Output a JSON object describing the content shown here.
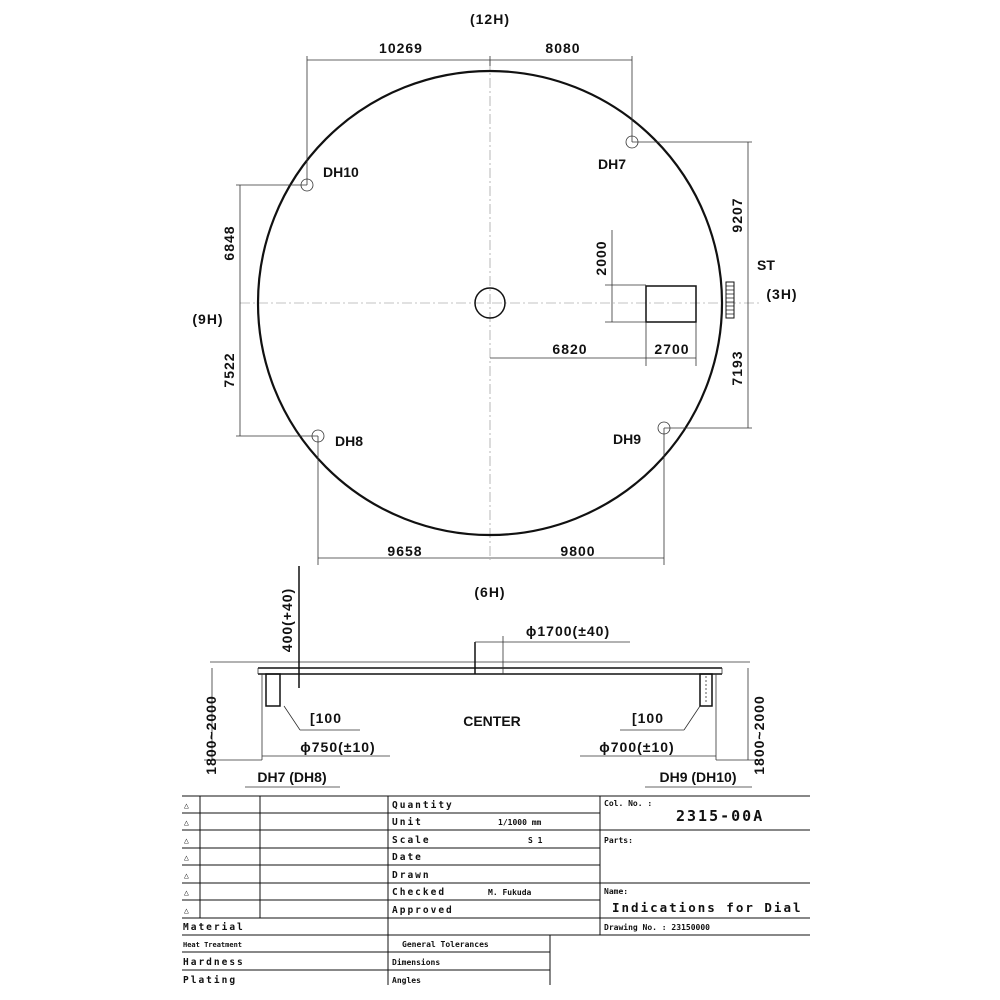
{
  "plan": {
    "clock_12": "(12H)",
    "clock_3": "(3H)",
    "clock_6": "(6H)",
    "clock_9": "(9H)",
    "st_label": "ST",
    "holes": [
      {
        "label": "DH10"
      },
      {
        "label": "DH7"
      },
      {
        "label": "DH8"
      },
      {
        "label": "DH9"
      }
    ],
    "dims": {
      "top_left": "10269",
      "top_right": "8080",
      "bottom_left": "9658",
      "bottom_right": "9800",
      "left_upper": "6848",
      "left_lower": "7522",
      "right_upper": "9207",
      "right_lower": "7193",
      "st_height": "2000",
      "st_offset": "6820",
      "st_width": "2700"
    }
  },
  "section": {
    "height_dim": "400(+40)",
    "center_dia": "ϕ1700(±40)",
    "center_label": "CENTER",
    "left_channel": "[100",
    "right_channel": "[100",
    "left_dia": "ϕ750(±10)",
    "right_dia": "ϕ700(±10)",
    "left_height": "1800~2000",
    "right_height": "1800~2000",
    "left_label": "DH7 (DH8)",
    "right_label": "DH9 (DH10)"
  },
  "title_block": {
    "quantity": "Quantity",
    "unit": "Unit",
    "unit_value": "1/1000 mm",
    "scale": "Scale",
    "scale_value": "S 1",
    "date": "Date",
    "drawn": "Drawn",
    "checked": "Checked",
    "checked_value": "M. Fukuda",
    "approved": "Approved",
    "col_no": "Col. No. :",
    "col_no_value": "2315-00A",
    "parts": "Parts:",
    "name": "Name:",
    "name_value": "Indications for Dial",
    "drawing_no": "Drawing No. : 23150000",
    "material": "Material",
    "heat_treatment": "Heat Treatment",
    "hardness": "Hardness",
    "plating": "Plating",
    "general_tolerances": "General Tolerances",
    "dimensions": "Dimensions",
    "angles": "Angles"
  }
}
